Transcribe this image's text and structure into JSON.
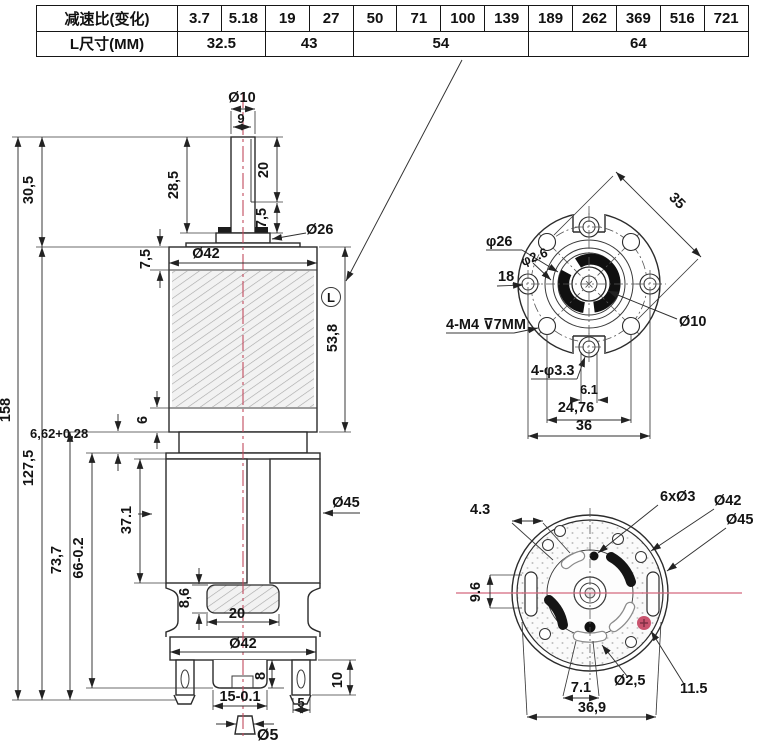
{
  "table": {
    "row1": {
      "header": "减速比(变化)",
      "v1": "3.7",
      "v2": "5.18",
      "v3": "19",
      "v4": "27",
      "v5": "50",
      "v6": "71",
      "v7": "100",
      "v8": "139",
      "v9": "189",
      "v10": "262",
      "v11": "369",
      "v12": "516",
      "v13": "721"
    },
    "row2": {
      "header": "L尺寸(MM)",
      "g1": "32.5",
      "g2": "43",
      "g3": "54",
      "g4": "64"
    }
  },
  "side_view": {
    "shaft_dia": "Ø10",
    "shaft_flat_w": "9",
    "h30_5": "30,5",
    "h28_5": "28,5",
    "flat_len": "20",
    "step_7_5": "7,5",
    "boss_dia": "Ø26",
    "plate_7_5": "7,5",
    "gear_dia": "Ø42",
    "l_mark": "L",
    "gear_len": "53,8",
    "gap_6": "6",
    "total_158": "158",
    "ring_662": "6,62+0,28",
    "h127_5": "127,5",
    "h73_7": "73,7",
    "motor_len": "66-0.2",
    "h37_1": "37.1",
    "motor_dia": "Ø45",
    "brush_h": "8,6",
    "brush_w": "20",
    "flange_dia": "Ø42",
    "tab_h8": "8",
    "tab_h10": "10",
    "hub_w": "15-0.1",
    "tab_w5": "5",
    "stub_dia": "Ø5"
  },
  "front_view": {
    "boss": "φ26",
    "pin": "φ2.6",
    "r18": "18",
    "d35": "35",
    "screws": "4-M4 ⊽7MM",
    "shaft": "Ø10",
    "holes": "4-φ3.3",
    "d6_1": "6.1",
    "d24_76": "24,76",
    "d36": "36"
  },
  "rear_view": {
    "d4_3": "4.3",
    "d9_6": "9.6",
    "vents": "6xØ3",
    "body": "Ø42",
    "flange": "Ø45",
    "d7_1": "7.1",
    "d36_9": "36,9",
    "hole": "Ø2,5",
    "d11_5": "11.5"
  },
  "colors": {
    "centerline": "#c14a5e",
    "polarity_dot": "#c9536e",
    "line": "#2b2b2b"
  }
}
